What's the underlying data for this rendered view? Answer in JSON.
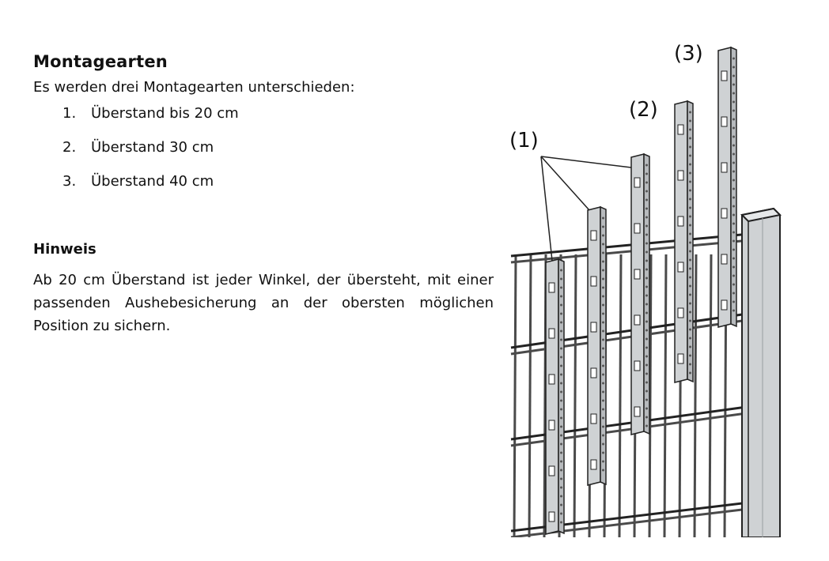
{
  "heading": "Montagearten",
  "intro": "Es werden drei Montagearten unterschieden:",
  "list": [
    {
      "num": "1.",
      "text": "Überstand bis 20 cm"
    },
    {
      "num": "2.",
      "text": "Überstand 30 cm"
    },
    {
      "num": "3.",
      "text": "Überstand 40 cm"
    }
  ],
  "note_heading": "Hinweis",
  "note_text": "Ab 20 cm Überstand ist jeder Winkel, der übersteht, mit einer passenden Aushebesicherung an der obersten möglichen Position zu sichern.",
  "figure": {
    "label_1": "(1)",
    "label_2": "(2)",
    "label_3": "(3)",
    "colors": {
      "steel": "#cfd2d4",
      "outline": "#222222",
      "wire": "#4a4a4a"
    }
  }
}
